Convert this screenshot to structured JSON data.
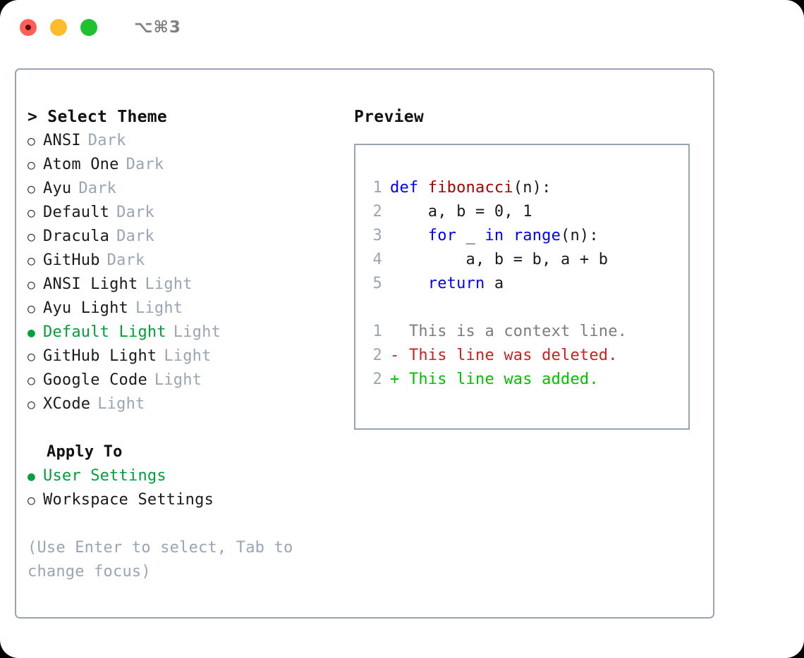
{
  "window": {
    "shortcut": "⌥⌘3",
    "traffic_lights": [
      "close",
      "minimize",
      "maximize"
    ],
    "colors": {
      "close": "#ff5f57",
      "minimize": "#fdbc2c",
      "maximize": "#1fc131",
      "border": "#9aa5b4",
      "accent_green": "#00a13a",
      "muted": "#9aa5b4"
    }
  },
  "theme_picker": {
    "heading": "> Select Theme",
    "items": [
      {
        "bullet": "○",
        "name": "ANSI",
        "tag": "Dark",
        "selected": false
      },
      {
        "bullet": "○",
        "name": "Atom One",
        "tag": "Dark",
        "selected": false
      },
      {
        "bullet": "○",
        "name": "Ayu",
        "tag": "Dark",
        "selected": false
      },
      {
        "bullet": "○",
        "name": "Default",
        "tag": "Dark",
        "selected": false
      },
      {
        "bullet": "○",
        "name": "Dracula",
        "tag": "Dark",
        "selected": false
      },
      {
        "bullet": "○",
        "name": "GitHub",
        "tag": "Dark",
        "selected": false
      },
      {
        "bullet": "○",
        "name": "ANSI Light",
        "tag": "Light",
        "selected": false
      },
      {
        "bullet": "○",
        "name": "Ayu Light",
        "tag": "Light",
        "selected": false
      },
      {
        "bullet": "●",
        "name": "Default Light",
        "tag": "Light",
        "selected": true
      },
      {
        "bullet": "○",
        "name": "GitHub Light",
        "tag": "Light",
        "selected": false
      },
      {
        "bullet": "○",
        "name": "Google Code",
        "tag": "Light",
        "selected": false
      },
      {
        "bullet": "○",
        "name": "XCode",
        "tag": "Light",
        "selected": false
      }
    ]
  },
  "apply_to": {
    "heading": "Apply To",
    "options": [
      {
        "bullet": "●",
        "name": "User Settings",
        "selected": true
      },
      {
        "bullet": "○",
        "name": "Workspace Settings",
        "selected": false
      }
    ]
  },
  "hint": "(Use Enter to select, Tab to change focus)",
  "preview": {
    "heading": "Preview",
    "code_lines": [
      {
        "no": "1",
        "tokens": [
          {
            "t": "def ",
            "c": "kw"
          },
          {
            "t": "fibonacci",
            "c": "fn"
          },
          {
            "t": "(n):",
            "c": "txt"
          }
        ]
      },
      {
        "no": "2",
        "tokens": [
          {
            "t": "    a, b = 0, 1",
            "c": "txt"
          }
        ]
      },
      {
        "no": "3",
        "tokens": [
          {
            "t": "    ",
            "c": "txt"
          },
          {
            "t": "for",
            "c": "kw"
          },
          {
            "t": " _ ",
            "c": "txt"
          },
          {
            "t": "in",
            "c": "kw"
          },
          {
            "t": " ",
            "c": "txt"
          },
          {
            "t": "range",
            "c": "kw"
          },
          {
            "t": "(n):",
            "c": "txt"
          }
        ]
      },
      {
        "no": "4",
        "tokens": [
          {
            "t": "        a, b = b, a + b",
            "c": "txt"
          }
        ]
      },
      {
        "no": "5",
        "tokens": [
          {
            "t": "    ",
            "c": "txt"
          },
          {
            "t": "return",
            "c": "kw"
          },
          {
            "t": " a",
            "c": "txt"
          }
        ]
      }
    ],
    "diff_lines": [
      {
        "no": "1",
        "marker": "  ",
        "text": "This is a context line.",
        "kind": "ctx"
      },
      {
        "no": "2",
        "marker": "- ",
        "text": "This line was deleted.",
        "kind": "del"
      },
      {
        "no": "2",
        "marker": "+ ",
        "text": "This line was added.",
        "kind": "add"
      }
    ]
  }
}
